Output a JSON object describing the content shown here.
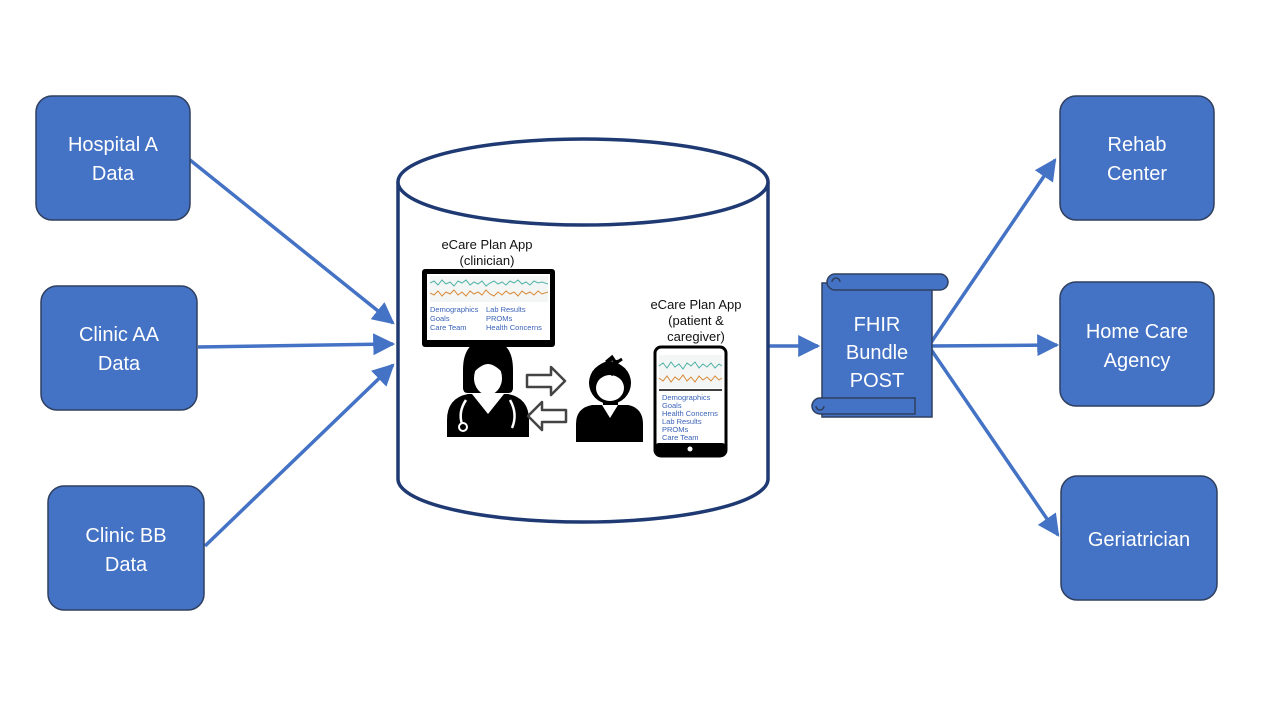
{
  "sources": [
    {
      "line1": "Hospital A",
      "line2": "Data"
    },
    {
      "line1": "Clinic AA",
      "line2": "Data"
    },
    {
      "line1": "Clinic BB",
      "line2": "Data"
    }
  ],
  "destinations": [
    {
      "line1": "Rehab",
      "line2": "Center"
    },
    {
      "line1": "Home Care",
      "line2": "Agency"
    },
    {
      "line1": "Geriatrician",
      "line2": ""
    }
  ],
  "bundle": {
    "line1": "FHIR",
    "line2": "Bundle",
    "line3": "POST"
  },
  "clinician_app": {
    "title1": "eCare Plan App",
    "title2": "(clinician)",
    "left_items": [
      "Demographics",
      "Goals",
      "Care Team"
    ],
    "right_items": [
      "Lab Results",
      "PROMs",
      "Health Concerns"
    ]
  },
  "patient_app": {
    "title1": "eCare Plan App",
    "title2": "(patient &",
    "title3": "caregiver)",
    "items": [
      "Demographics",
      "Goals",
      "Health Concerns",
      "Lab Results",
      "PROMs",
      "Care Team"
    ]
  },
  "colors": {
    "box_fill": "#4472c4",
    "box_stroke": "#2f3f5f",
    "arrow": "#4472c4",
    "outline": "#1f3a73"
  },
  "icons": {
    "clinician": "doctor-icon",
    "patient": "person-icon",
    "monitor": "monitor-icon",
    "tablet": "tablet-icon",
    "scroll": "scroll-icon"
  }
}
